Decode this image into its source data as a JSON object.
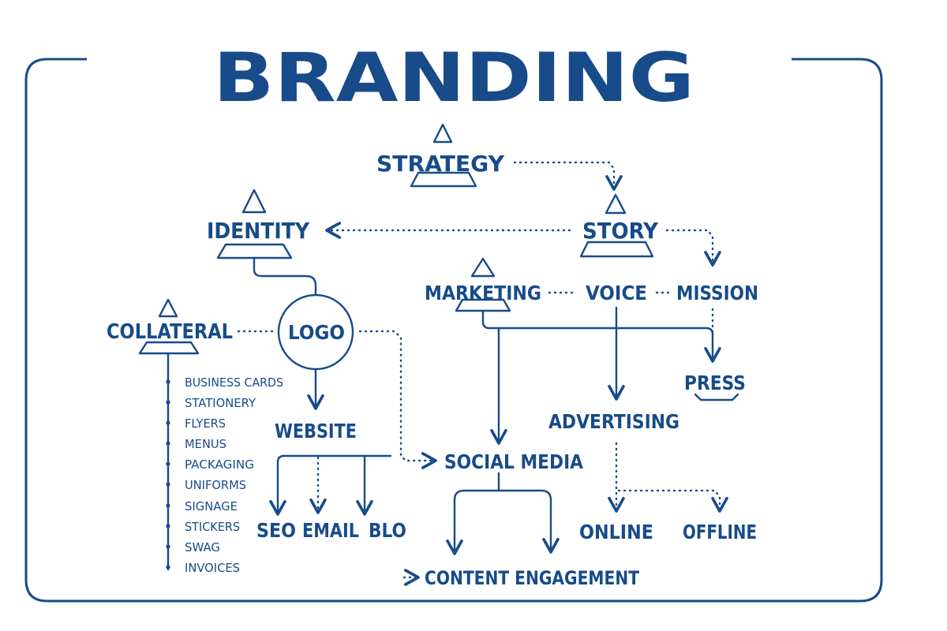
{
  "title": "BRANDING",
  "colors": {
    "primary": "#174b8a",
    "background": "#ffffff"
  },
  "nodes": {
    "strategy": "STRATEGY",
    "identity": "IDENTITY",
    "story": "STORY",
    "marketing": "MARKETING",
    "voice": "VOICE",
    "mission": "MISSION",
    "collateral": "COLLATERAL",
    "logo": "LOGO",
    "press": "PRESS",
    "website": "WEBSITE",
    "advertising": "ADVERTISING",
    "social_media": "SOCIAL MEDIA",
    "seo": "SEO",
    "email": "EMAIL",
    "blog": "BLO",
    "online": "ONLINE",
    "offline": "OFFLINE",
    "content_engagement": "CONTENT ENGAGEMENT"
  },
  "collateral_items": [
    "BUSINESS CARDS",
    "STATIONERY",
    "FLYERS",
    "MENUS",
    "PACKAGING",
    "UNIFORMS",
    "SIGNAGE",
    "STICKERS",
    "SWAG",
    "INVOICES"
  ]
}
